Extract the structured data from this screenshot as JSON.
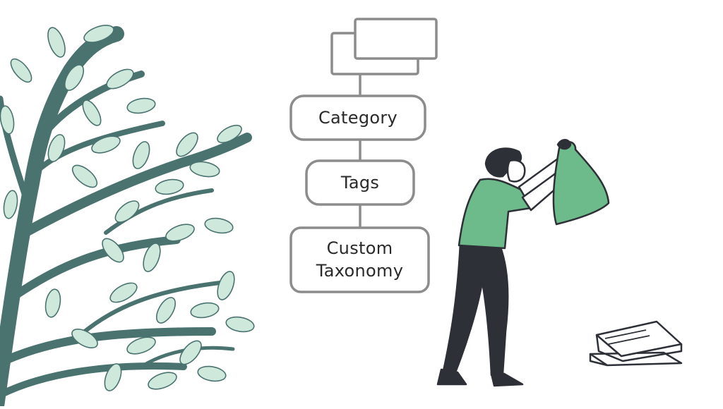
{
  "diagram": {
    "nodes": [
      {
        "id": "category",
        "label": "Category"
      },
      {
        "id": "tags",
        "label": "Tags"
      },
      {
        "id": "custom-taxonomy",
        "label_line1": "Custom",
        "label_line2": "Taxonomy"
      }
    ]
  },
  "colors": {
    "tree_trunk": "#4a7370",
    "leaf_fill": "#cfe8dc",
    "leaf_stroke": "#4a7370",
    "box_stroke": "#8c8c8c",
    "shirt": "#6dbb8a",
    "pants": "#2d3036",
    "outline": "#2d3036"
  }
}
